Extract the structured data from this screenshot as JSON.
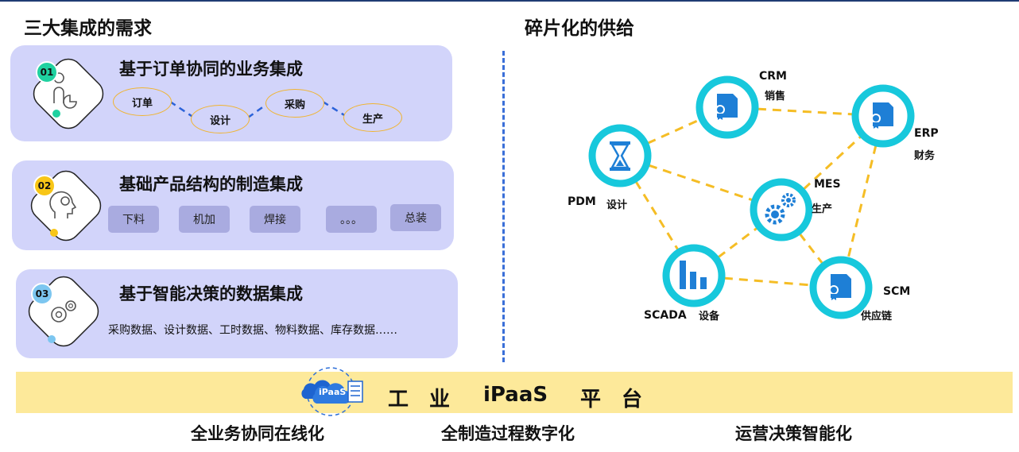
{
  "left_title": "三大集成的需求",
  "right_title": "碎片化的供给",
  "cards": [
    {
      "badge": "01",
      "title": "基于订单协同的业务集成",
      "steps": [
        "订单",
        "设计",
        "采购",
        "生产"
      ]
    },
    {
      "badge": "02",
      "title": "基础产品结构的制造集成",
      "steps": [
        "下料",
        "机加",
        "焊接",
        "。。。",
        "总装"
      ]
    },
    {
      "badge": "03",
      "title": "基于智能决策的数据集成",
      "data_text": "采购数据、设计数据、工时数据、物料数据、库存数据……"
    }
  ],
  "nodes": {
    "crm": {
      "name": "CRM",
      "sub": "销售"
    },
    "erp": {
      "name": "ERP",
      "sub": "财务"
    },
    "pdm": {
      "name": "PDM",
      "sub": "设计"
    },
    "mes": {
      "name": "MES",
      "sub": "生产"
    },
    "scada": {
      "name": "SCADA",
      "sub": "设备"
    },
    "scm": {
      "name": "SCM",
      "sub": "供应链"
    }
  },
  "platform": {
    "logo_text": "iPaaS",
    "word1": "工　业",
    "word2": "iPaaS",
    "word3": "平　台"
  },
  "bottom": [
    "全业务协同在线化",
    "全制造过程数字化",
    "运营决策智能化"
  ],
  "colors": {
    "card_bg": "#d2d4fa",
    "node_ring": "#17c8dc",
    "node_icon": "#1e7fd6",
    "connector": "#f5bd25",
    "step_link": "#2b62d9",
    "band": "#fde99a",
    "badge1": "#1fd1a0",
    "badge2": "#f8c617",
    "badge3": "#7cc6f0"
  }
}
